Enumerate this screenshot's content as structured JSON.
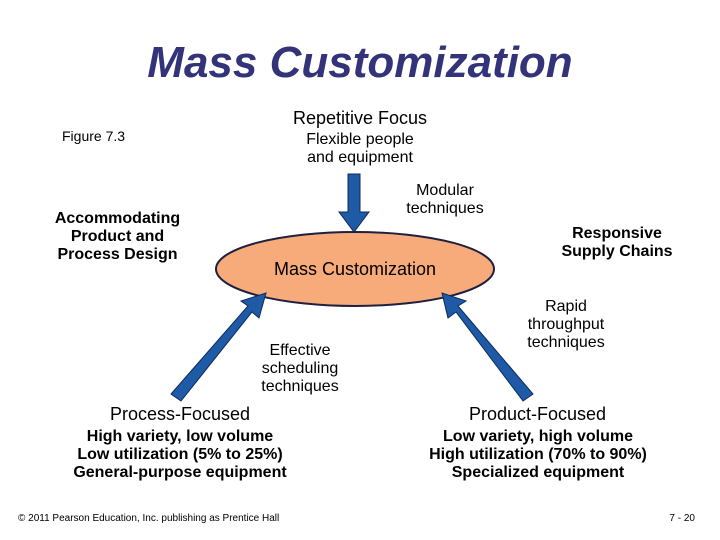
{
  "title": "Mass Customization",
  "figure_label": "Figure 7.3",
  "repetitive": {
    "title": "Repetitive Focus",
    "lines": [
      "Flexible people",
      "and equipment"
    ]
  },
  "modular": {
    "lines": [
      "Modular",
      "techniques"
    ]
  },
  "accommodating": {
    "lines": [
      "Accommodating",
      "Product and",
      "Process Design"
    ]
  },
  "responsive": {
    "lines": [
      "Responsive",
      "Supply Chains"
    ]
  },
  "center_label": "Mass Customization",
  "rapid": {
    "lines": [
      "Rapid",
      "throughput",
      "techniques"
    ]
  },
  "effective": {
    "lines": [
      "Effective",
      "scheduling",
      "techniques"
    ]
  },
  "process": {
    "title": "Process-Focused",
    "lines": [
      "High variety, low volume",
      "Low utilization (5% to 25%)",
      "General-purpose equipment"
    ]
  },
  "product": {
    "title": "Product-Focused",
    "lines": [
      "Low variety, high volume",
      "High utilization (70% to 90%)",
      "Specialized equipment"
    ]
  },
  "footer": {
    "copyright": "© 2011 Pearson Education, Inc. publishing as Prentice Hall",
    "page": "7 - 20"
  },
  "colors": {
    "title": "#33337a",
    "ellipse_fill": "#f7ab7a",
    "ellipse_stroke": "#1f1f3f",
    "arrow_fill": "#1f5aa6",
    "arrow_stroke": "#0d2a5c"
  }
}
